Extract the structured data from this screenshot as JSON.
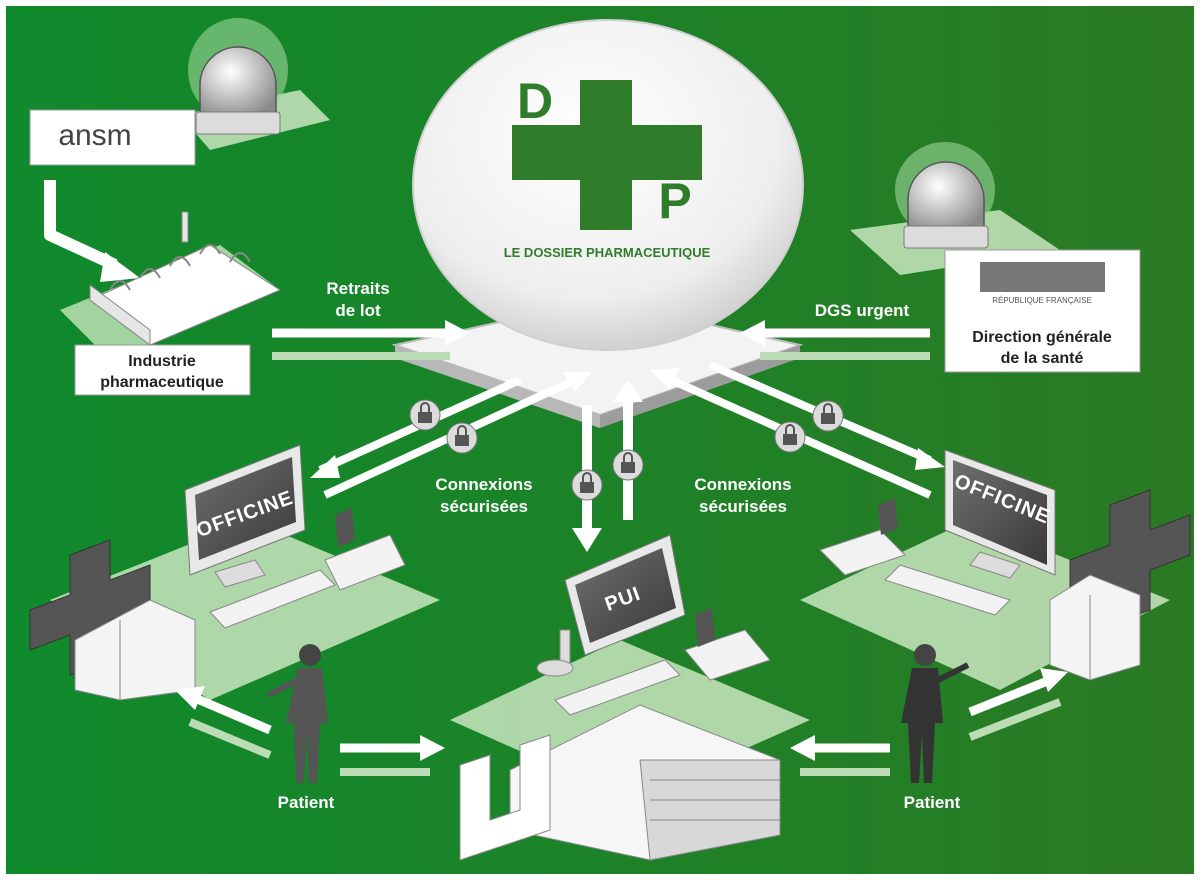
{
  "colors": {
    "background_left": "#0f8a2c",
    "background_right": "#2a7a23",
    "accent_green": "#2f7d2a",
    "platform": "#c9e6c0"
  },
  "hub": {
    "letter_top": "D",
    "letter_bottom": "P",
    "title": "LE DOSSIER PHARMACEUTIQUE"
  },
  "ansm": {
    "logo": "ansm"
  },
  "industry": {
    "line1": "Industrie",
    "line2": "pharmaceutique"
  },
  "dgs": {
    "line1": "Direction générale",
    "line2": "de la santé",
    "logo_caption": "RÉPUBLIQUE FRANÇAISE"
  },
  "flows": {
    "recalls_line1": "Retraits",
    "recalls_line2": "de lot",
    "dgs_urgent": "DGS urgent",
    "secure_left_line1": "Connexions",
    "secure_left_line2": "sécurisées",
    "secure_right_line1": "Connexions",
    "secure_right_line2": "sécurisées"
  },
  "screens": {
    "left": "OFFICINE",
    "center": "PUI",
    "right": "OFFICINE"
  },
  "patients": {
    "left": "Patient",
    "right": "Patient"
  },
  "icons": [
    "alarm-light-icon",
    "lock-icon",
    "pharmacy-cross-icon",
    "factory-icon",
    "hospital-icon",
    "card-reader-icon",
    "patient-icon"
  ]
}
